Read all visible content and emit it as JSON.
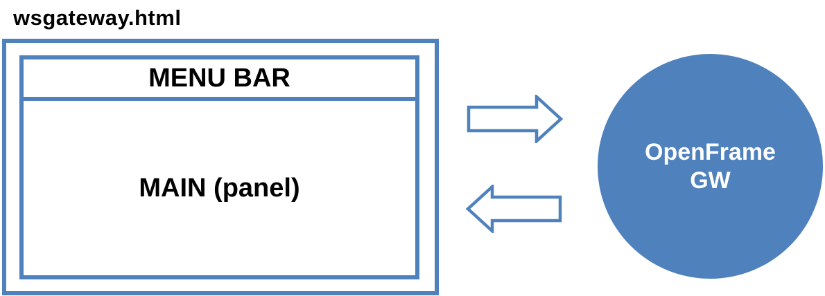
{
  "title": "wsgateway.html",
  "colors": {
    "accent": "#4f81bd",
    "arrow_fill": "#ffffff",
    "text": "#000000",
    "circle_text": "#ffffff",
    "background": "#ffffff"
  },
  "browser": {
    "menu_bar_label": "MENU BAR",
    "main_label": "MAIN (panel)"
  },
  "icons": {
    "request": "arrow-right-icon",
    "response": "arrow-left-icon"
  },
  "gateway": {
    "line1": "OpenFrame",
    "line2": "GW"
  }
}
